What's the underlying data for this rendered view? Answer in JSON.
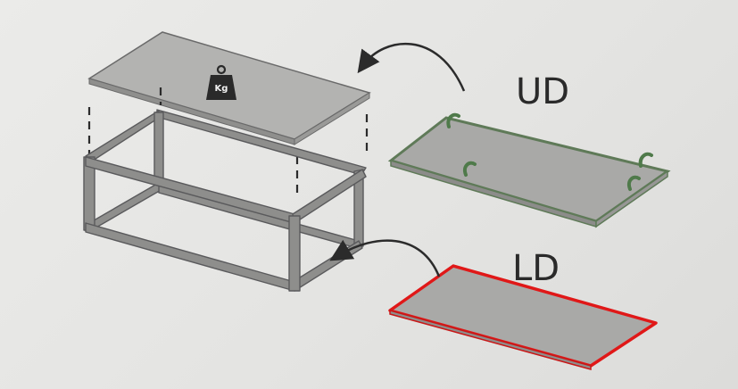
{
  "panels": {
    "upper": {
      "label": "UD"
    },
    "lower": {
      "label": "LD"
    }
  },
  "top_board": {
    "weight_label": "Kg"
  },
  "colors": {
    "background": "#e6e6e4",
    "board_fill": "#a9a9a7",
    "frame": "#8e8e8c",
    "frame_stroke": "#5b5b5d",
    "clip_green": "#5f8a5a",
    "highlight": "#e01818"
  },
  "icons": [
    "weight-icon",
    "curved-arrow-icon"
  ]
}
